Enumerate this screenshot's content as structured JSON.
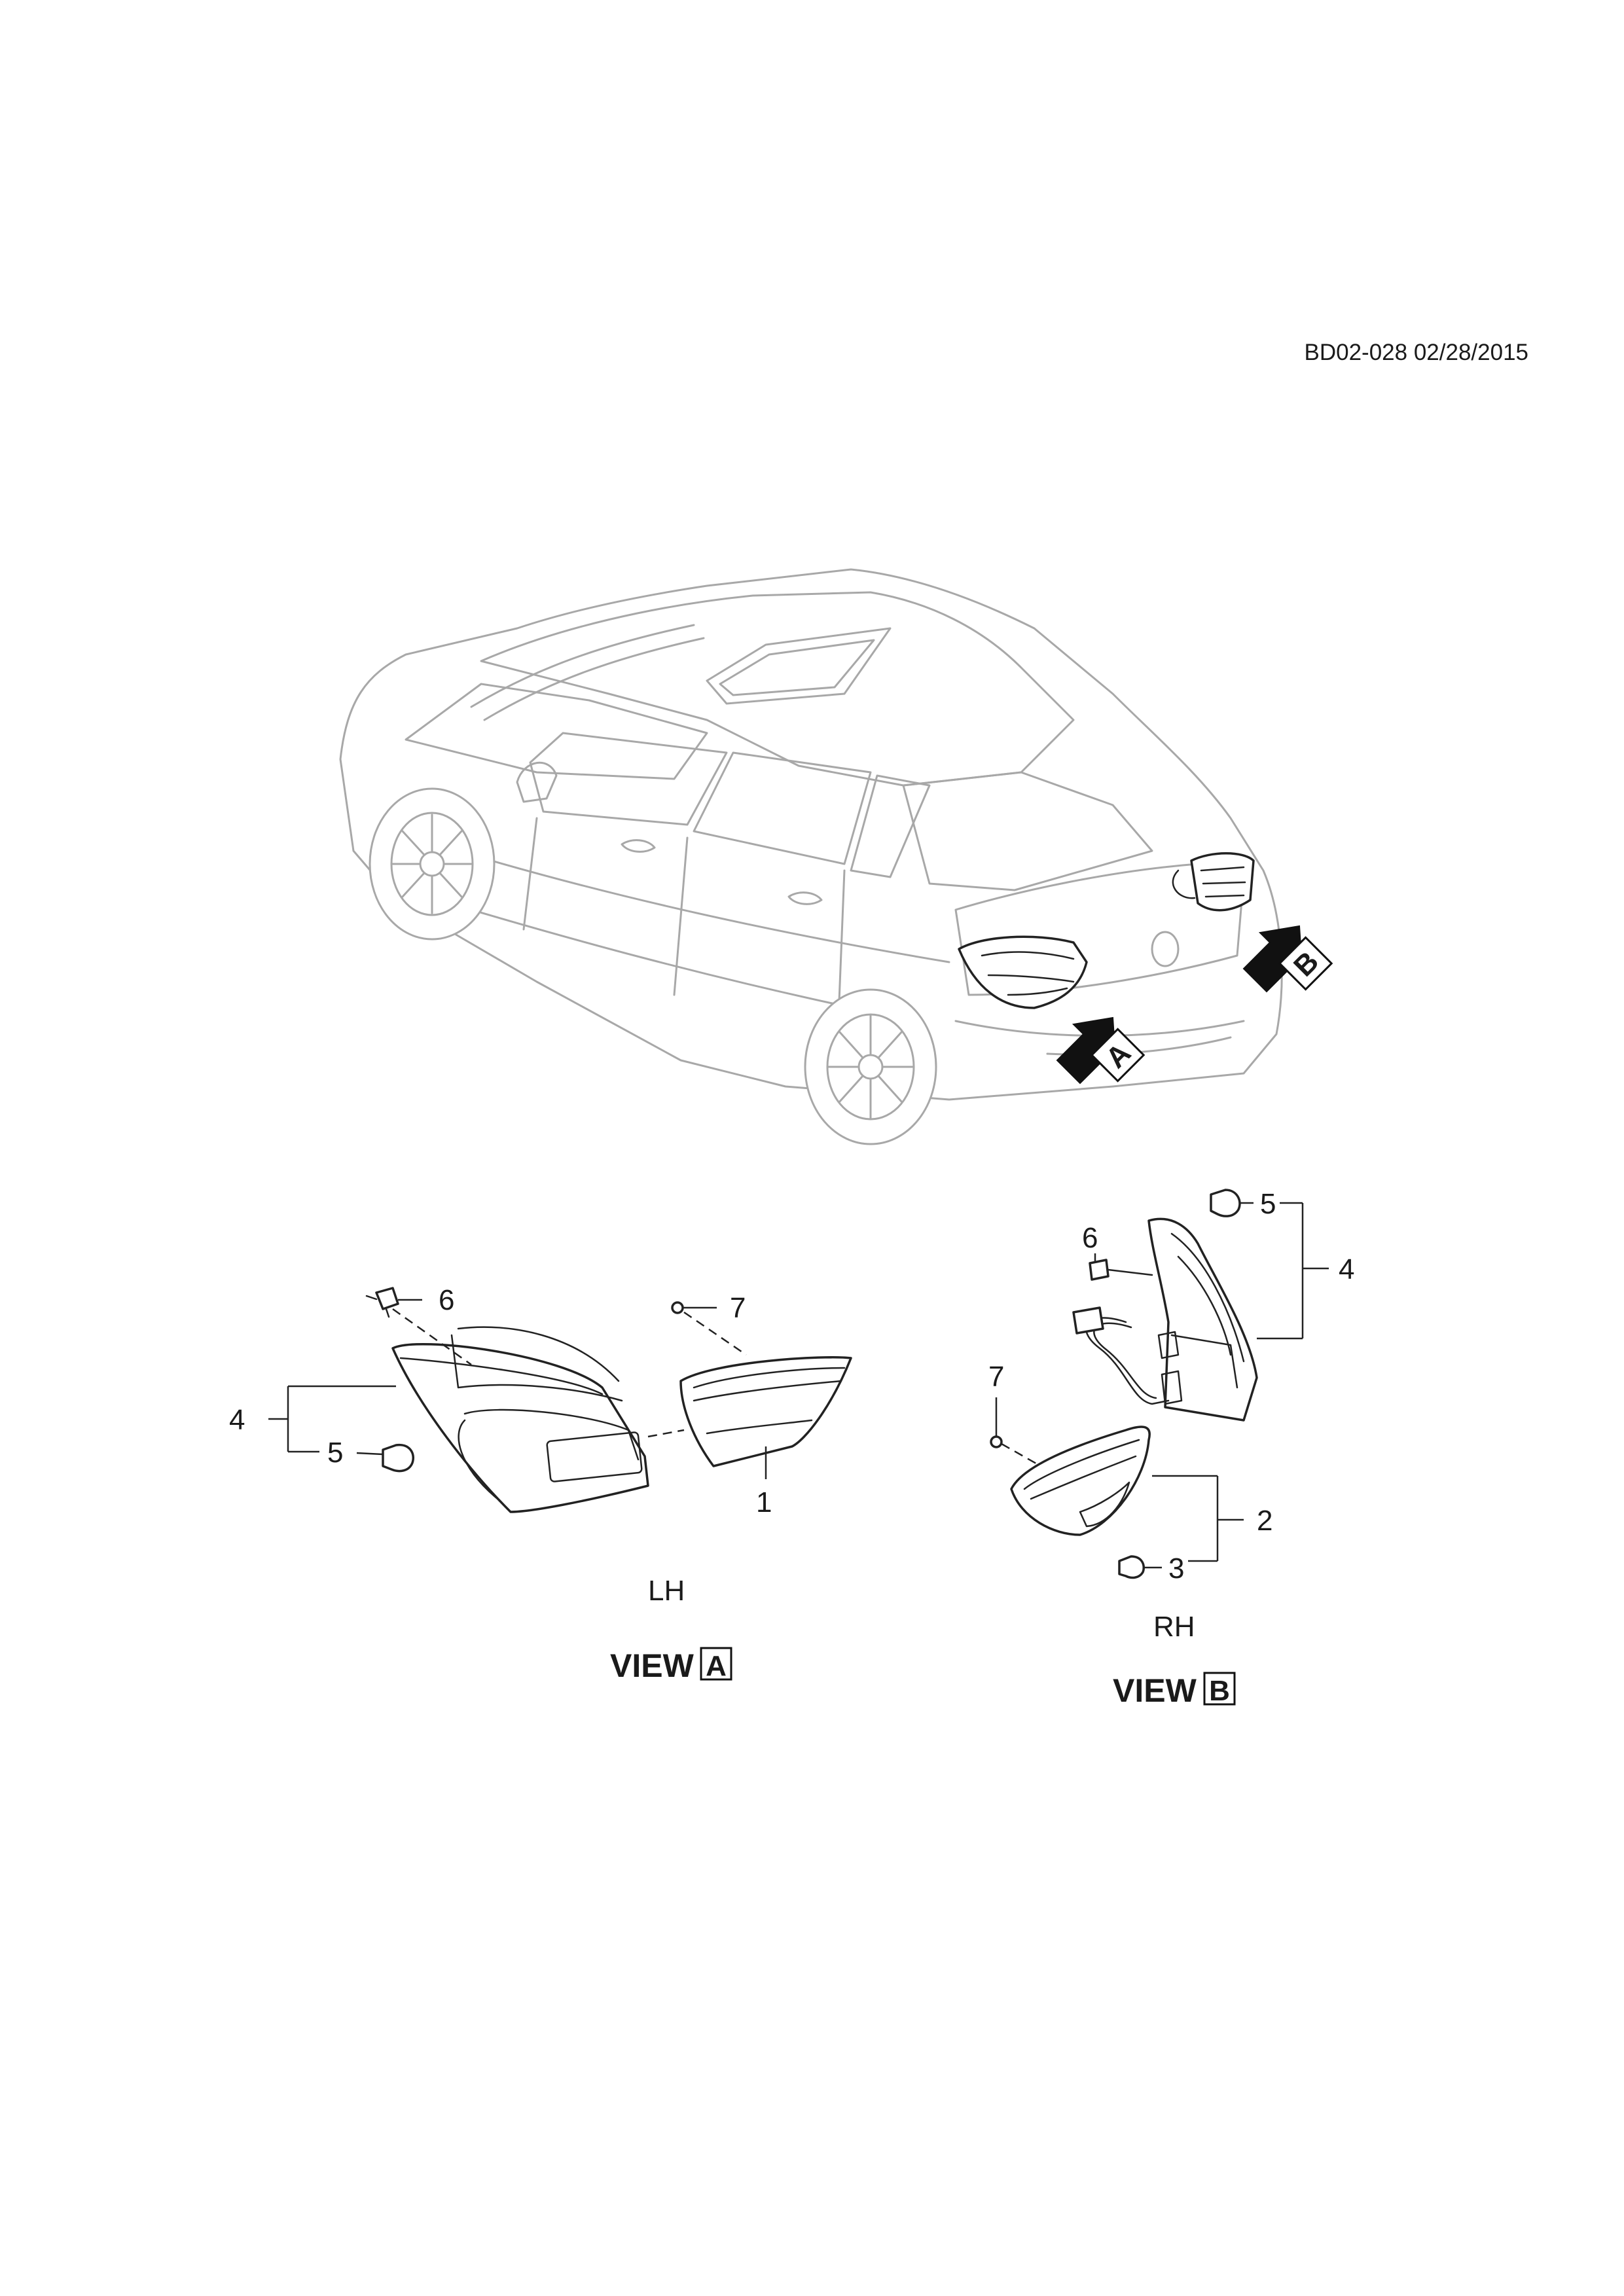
{
  "document_code": "BD02-028 02/28/2015",
  "arrow_tags": {
    "a": "A",
    "b": "B"
  },
  "views": {
    "a": {
      "side": "LH",
      "title": "VIEW",
      "tag": "A"
    },
    "b": {
      "side": "RH",
      "title": "VIEW",
      "tag": "B"
    }
  },
  "callouts_lh": {
    "c1": "1",
    "c4": "4",
    "c5": "5",
    "c6": "6",
    "c7": "7"
  },
  "callouts_rh": {
    "c2": "2",
    "c3": "3",
    "c4": "4",
    "c5": "5",
    "c6": "6",
    "c7": "7"
  }
}
